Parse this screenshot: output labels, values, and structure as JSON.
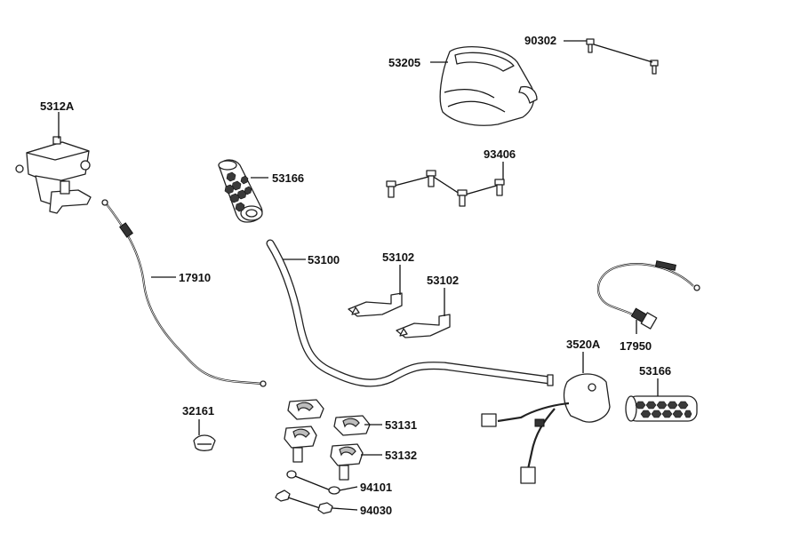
{
  "parts": [
    {
      "id": "p-90302",
      "label": "90302"
    },
    {
      "id": "p-53205",
      "label": "53205"
    },
    {
      "id": "p-5312A",
      "label": "5312A"
    },
    {
      "id": "p-53166-left",
      "label": "53166"
    },
    {
      "id": "p-93406",
      "label": "93406"
    },
    {
      "id": "p-53100",
      "label": "53100"
    },
    {
      "id": "p-17910",
      "label": "17910"
    },
    {
      "id": "p-53102-a",
      "label": "53102"
    },
    {
      "id": "p-53102-b",
      "label": "53102"
    },
    {
      "id": "p-17950",
      "label": "17950"
    },
    {
      "id": "p-3520A",
      "label": "3520A"
    },
    {
      "id": "p-53166-right",
      "label": "53166"
    },
    {
      "id": "p-32161",
      "label": "32161"
    },
    {
      "id": "p-53131",
      "label": "53131"
    },
    {
      "id": "p-53132",
      "label": "53132"
    },
    {
      "id": "p-94101",
      "label": "94101"
    },
    {
      "id": "p-94030",
      "label": "94030"
    }
  ]
}
